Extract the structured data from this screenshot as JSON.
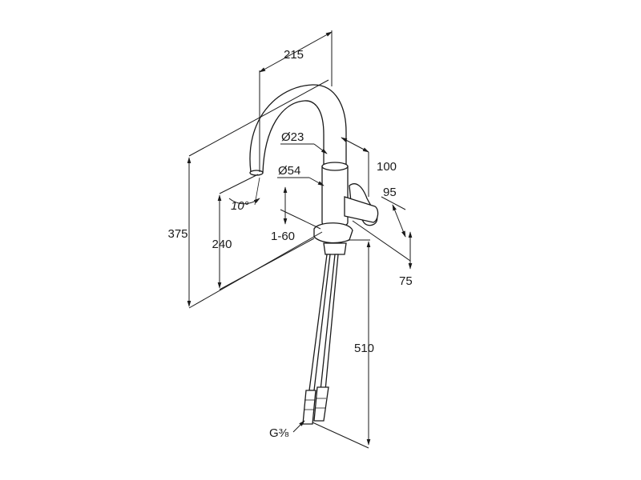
{
  "drawing": {
    "dimensions": {
      "width_top": "215",
      "height_total": "375",
      "height_spout": "240",
      "angle": "10°",
      "pipe_diameter": "Ø23",
      "body_diameter": "Ø54",
      "mount_thickness": "1-60",
      "depth_100": "100",
      "depth_95": "95",
      "depth_75": "75",
      "hose_length": "510",
      "connection": "G⅜"
    }
  }
}
